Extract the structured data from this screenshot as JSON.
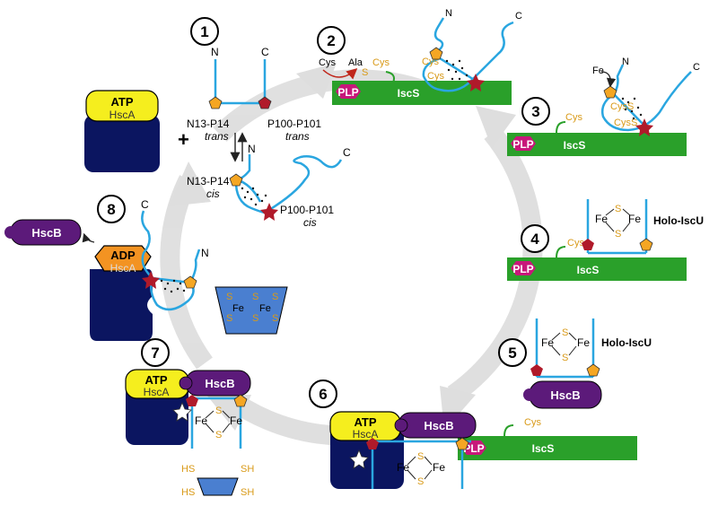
{
  "steps": [
    {
      "number": "1"
    },
    {
      "number": "2"
    },
    {
      "number": "3"
    },
    {
      "number": "4"
    },
    {
      "number": "5"
    },
    {
      "number": "6"
    },
    {
      "number": "7"
    },
    {
      "number": "8"
    }
  ],
  "labels": {
    "atp": "ATP",
    "adp": "ADP",
    "hsca": "HscA",
    "hscb": "HscB",
    "plp": "PLP",
    "iscs": "IscS",
    "cys": "Cys",
    "ala": "Ala",
    "s": "S",
    "sh": "SH",
    "hs": "HS",
    "fe": "Fe",
    "n_term": "N",
    "c_term": "C",
    "plus": "+",
    "holo_iscu": "Holo-IscU",
    "n13_p14": "N13-P14",
    "p100_p101": "P100-P101",
    "trans": "trans",
    "cis": "cis"
  },
  "colors": {
    "hsca_body": "#0b1560",
    "atp_cap": "#f5ee1e",
    "adp_cap": "#f39322",
    "hscb": "#5c1a7a",
    "iscs": "#2aa02a",
    "plp": "#c7187a",
    "sulfur_text": "#d99a18",
    "iscu_strand": "#2aa6e0",
    "proline_pentagon": "#f5a623",
    "proline_star": "#b01a2a",
    "cluster_carrier": "#4a7fd0",
    "cycle_arrow": "#dcdcdc"
  }
}
